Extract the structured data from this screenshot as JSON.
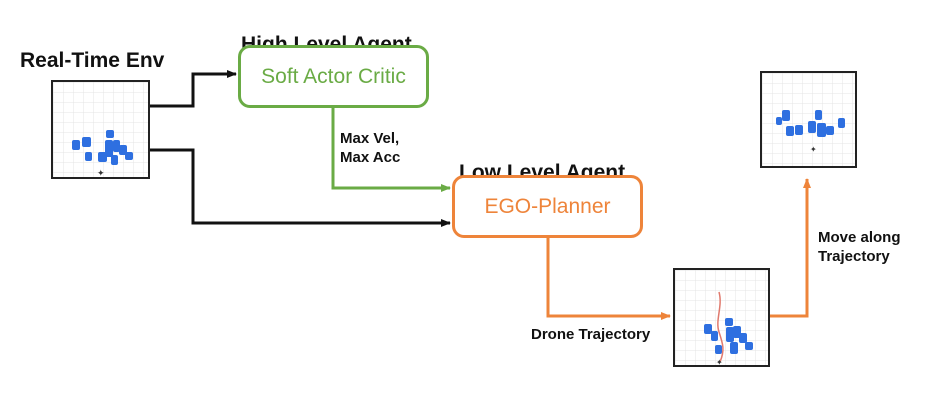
{
  "colors": {
    "green": "#6aab45",
    "orange": "#ee843a",
    "black": "#111111",
    "obstacle": "#2e6fe0",
    "trajectory": "#e07a6e"
  },
  "env": {
    "title": "Real-Time Env"
  },
  "high_level": {
    "title": "High Level Agent",
    "box_label": "Soft Actor Critic"
  },
  "low_level": {
    "title": "Low Level Agent",
    "box_label": "EGO-Planner"
  },
  "labels": {
    "max_vel": "Max Vel,",
    "max_acc": "Max Acc",
    "drone_trajectory": "Drone Trajectory",
    "move_line1": "Move along",
    "move_line2": "Trajectory"
  }
}
